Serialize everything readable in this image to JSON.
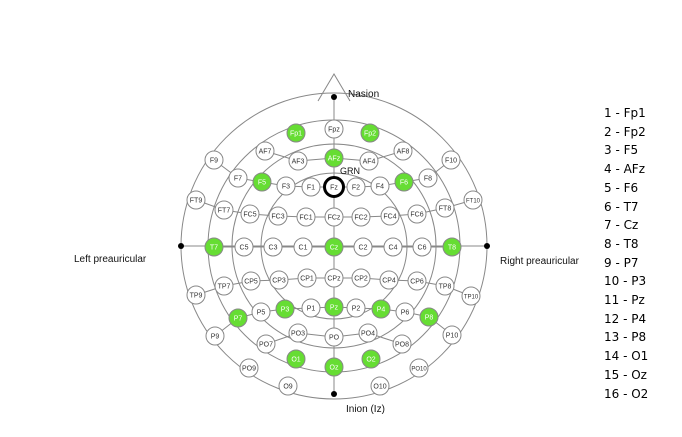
{
  "landmarks": {
    "nasion": "Nasion",
    "inion": "Inion (Iz)",
    "left": "Left preauricular",
    "right": "Right preauricular",
    "ground": "GRN"
  },
  "colors": {
    "highlight": "#66dd33",
    "outline": "#888888",
    "ground_ring": "#000000"
  },
  "electrodes": [
    {
      "id": "Fpz",
      "label": "Fpz",
      "active": false
    },
    {
      "id": "Fp1",
      "label": "Fp1",
      "active": true
    },
    {
      "id": "Fp2",
      "label": "Fp2",
      "active": true
    },
    {
      "id": "AF7",
      "label": "AF7",
      "active": false
    },
    {
      "id": "AF3",
      "label": "AF3",
      "active": false
    },
    {
      "id": "AFz",
      "label": "AFz",
      "active": true
    },
    {
      "id": "AF4",
      "label": "AF4",
      "active": false
    },
    {
      "id": "AF8",
      "label": "AF8",
      "active": false
    },
    {
      "id": "F9",
      "label": "F9",
      "active": false
    },
    {
      "id": "F7",
      "label": "F7",
      "active": false
    },
    {
      "id": "F5",
      "label": "F5",
      "active": true
    },
    {
      "id": "F3",
      "label": "F3",
      "active": false
    },
    {
      "id": "F1",
      "label": "F1",
      "active": false
    },
    {
      "id": "Fz",
      "label": "Fz",
      "active": false,
      "ground": true
    },
    {
      "id": "F2",
      "label": "F2",
      "active": false
    },
    {
      "id": "F4",
      "label": "F4",
      "active": false
    },
    {
      "id": "F6",
      "label": "F6",
      "active": true
    },
    {
      "id": "F8",
      "label": "F8",
      "active": false
    },
    {
      "id": "F10",
      "label": "F10",
      "active": false
    },
    {
      "id": "FT9",
      "label": "FT9",
      "active": false
    },
    {
      "id": "FT7",
      "label": "FT7",
      "active": false
    },
    {
      "id": "FC5",
      "label": "FC5",
      "active": false
    },
    {
      "id": "FC3",
      "label": "FC3",
      "active": false
    },
    {
      "id": "FC1",
      "label": "FC1",
      "active": false
    },
    {
      "id": "FCz",
      "label": "FCz",
      "active": false
    },
    {
      "id": "FC2",
      "label": "FC2",
      "active": false
    },
    {
      "id": "FC4",
      "label": "FC4",
      "active": false
    },
    {
      "id": "FC6",
      "label": "FC6",
      "active": false
    },
    {
      "id": "FT8",
      "label": "FT8",
      "active": false
    },
    {
      "id": "FT10",
      "label": "FT10",
      "active": false
    },
    {
      "id": "T7",
      "label": "T7",
      "active": true
    },
    {
      "id": "C5",
      "label": "C5",
      "active": false
    },
    {
      "id": "C3",
      "label": "C3",
      "active": false
    },
    {
      "id": "C1",
      "label": "C1",
      "active": false
    },
    {
      "id": "Cz",
      "label": "Cz",
      "active": true
    },
    {
      "id": "C2",
      "label": "C2",
      "active": false
    },
    {
      "id": "C4",
      "label": "C4",
      "active": false
    },
    {
      "id": "C6",
      "label": "C6",
      "active": false
    },
    {
      "id": "T8",
      "label": "T8",
      "active": true
    },
    {
      "id": "TP9",
      "label": "TP9",
      "active": false
    },
    {
      "id": "TP7",
      "label": "TP7",
      "active": false
    },
    {
      "id": "CP5",
      "label": "CP5",
      "active": false
    },
    {
      "id": "CP3",
      "label": "CP3",
      "active": false
    },
    {
      "id": "CP1",
      "label": "CP1",
      "active": false
    },
    {
      "id": "CPz",
      "label": "CPz",
      "active": false
    },
    {
      "id": "CP2",
      "label": "CP2",
      "active": false
    },
    {
      "id": "CP4",
      "label": "CP4",
      "active": false
    },
    {
      "id": "CP6",
      "label": "CP6",
      "active": false
    },
    {
      "id": "TP8",
      "label": "TP8",
      "active": false
    },
    {
      "id": "TP10",
      "label": "TP10",
      "active": false
    },
    {
      "id": "P9",
      "label": "P9",
      "active": false
    },
    {
      "id": "P7",
      "label": "P7",
      "active": true
    },
    {
      "id": "P5",
      "label": "P5",
      "active": false
    },
    {
      "id": "P3",
      "label": "P3",
      "active": true
    },
    {
      "id": "P1",
      "label": "P1",
      "active": false
    },
    {
      "id": "Pz",
      "label": "Pz",
      "active": true
    },
    {
      "id": "P2",
      "label": "P2",
      "active": false
    },
    {
      "id": "P4",
      "label": "P4",
      "active": true
    },
    {
      "id": "P6",
      "label": "P6",
      "active": false
    },
    {
      "id": "P8",
      "label": "P8",
      "active": true
    },
    {
      "id": "P10",
      "label": "P10",
      "active": false
    },
    {
      "id": "PO9",
      "label": "PO9",
      "active": false
    },
    {
      "id": "PO7",
      "label": "PO7",
      "active": false
    },
    {
      "id": "PO3",
      "label": "PO3",
      "active": false
    },
    {
      "id": "POz",
      "label": "PO",
      "active": false
    },
    {
      "id": "PO4",
      "label": "PO4",
      "active": false
    },
    {
      "id": "PO8",
      "label": "PO8",
      "active": false
    },
    {
      "id": "PO10",
      "label": "PO10",
      "active": false
    },
    {
      "id": "O1",
      "label": "O1",
      "active": true
    },
    {
      "id": "Oz",
      "label": "Oz",
      "active": true
    },
    {
      "id": "O2",
      "label": "O2",
      "active": true
    },
    {
      "id": "O9",
      "label": "O9",
      "active": false
    },
    {
      "id": "O10",
      "label": "O10",
      "active": false
    }
  ],
  "legend": [
    "1 - Fp1",
    "2 - Fp2",
    "3 - F5",
    "4 - AFz",
    "5 - F6",
    "6 - T7",
    "7 - Cz",
    "8 - T8",
    "9 - P7",
    "10 - P3",
    "11 - Pz",
    "12 - P4",
    "13 - P8",
    "14 - O1",
    "15 - Oz",
    "16 - O2"
  ]
}
